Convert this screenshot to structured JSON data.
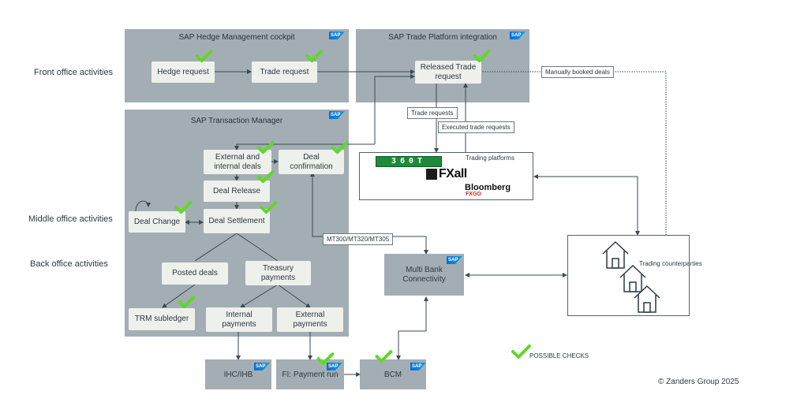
{
  "rows": {
    "front": "Front office activities",
    "middle": "Middle office activities",
    "back": "Back office activities"
  },
  "panels": {
    "hedge": "SAP Hedge Management cockpit",
    "trade_platform": "SAP Trade Platform integration",
    "tm": "SAP Transaction Manager"
  },
  "boxes": {
    "hedge_request": "Hedge request",
    "trade_request": "Trade request",
    "released_trade_request": "Released Trade request",
    "external_internal_deals": "External and internal deals",
    "deal_confirmation": "Deal confirmation",
    "deal_release": "Deal Release",
    "deal_change": "Deal Change",
    "deal_settlement": "Deal Settlement",
    "posted_deals": "Posted deals",
    "treasury_payments": "Treasury payments",
    "trm_subledger": "TRM subledger",
    "internal_payments": "Internal payments",
    "external_payments": "External payments",
    "ihc_ihb": "IHC/IHB",
    "fi_payment_run": "FI: Payment run",
    "bcm": "BCM",
    "multi_bank": "Multi Bank Connectivity"
  },
  "labels": {
    "manually_booked": "Manually booked deals",
    "trade_requests": "Trade requests",
    "executed_trade_requests": "Executed trade requests",
    "mt": "MT300/MT320/MT305"
  },
  "trading_platforms": {
    "title": "Trading platforms",
    "logo_360t": "360T",
    "logo_fxall": "FXall",
    "logo_bloomberg": "Bloomberg",
    "logo_fxgo": "FXGO"
  },
  "counterparties": {
    "title": "Trading counterparties"
  },
  "sap_logo": "SAP",
  "legend": {
    "possible_checks": "POSSIBLE CHECKS"
  },
  "footer": {
    "copyright": "© Zanders Group 2025"
  },
  "colors": {
    "panel": "#a3adb4",
    "box": "#eef0ec",
    "check": "#5fd828",
    "line": "#3a4a52"
  }
}
